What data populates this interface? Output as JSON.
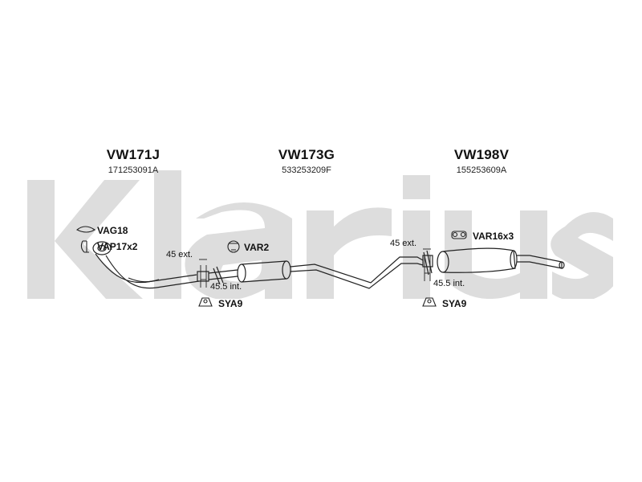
{
  "watermark": {
    "text": "Klarius",
    "color": "#dddddd"
  },
  "parts": [
    {
      "name": "VW171J",
      "code": "171253091A"
    },
    {
      "name": "VW173G",
      "code": "533253209F"
    },
    {
      "name": "VW198V",
      "code": "155253609A"
    }
  ],
  "accessories": {
    "vag": "VAG18",
    "vap": "VAP17x2",
    "var2": "VAR2",
    "var16": "VAR16x3",
    "sya_left": "SYA9",
    "sya_right": "SYA9"
  },
  "dimensions": {
    "left_ext": "45 ext.",
    "left_int": "45.5 int.",
    "right_ext": "45 ext.",
    "right_int": "45.5 int."
  },
  "colors": {
    "line": "#222222",
    "watermark": "#dddddd"
  }
}
